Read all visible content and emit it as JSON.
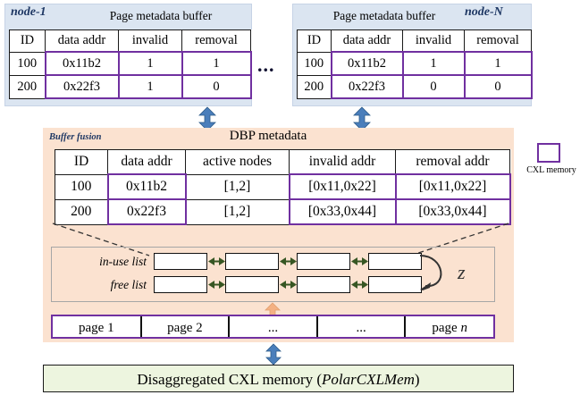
{
  "legend": {
    "square_color": "#7030a0",
    "label": "CXL memory",
    "icon": "purple-square-icon"
  },
  "nodes": [
    {
      "name": "node-1",
      "title": "Page metadata buffer",
      "columns": [
        "ID",
        "data addr",
        "invalid",
        "removal"
      ],
      "rows": [
        [
          "100",
          "0x11b2",
          "1",
          "1"
        ],
        [
          "200",
          "0x22f3",
          "1",
          "0"
        ]
      ]
    },
    {
      "name": "node-N",
      "title": "Page metadata buffer",
      "columns": [
        "ID",
        "data addr",
        "invalid",
        "removal"
      ],
      "rows": [
        [
          "100",
          "0x11b2",
          "1",
          "1"
        ],
        [
          "200",
          "0x22f3",
          "0",
          "0"
        ]
      ]
    }
  ],
  "node_separator": "...",
  "fusion": {
    "label": "Buffer fusion",
    "title": "DBP metadata",
    "background": "#fbe2d0",
    "table": {
      "columns": [
        "ID",
        "data addr",
        "active nodes",
        "invalid addr",
        "removal addr"
      ],
      "rows": [
        [
          "100",
          "0x11b2",
          "[1,2]",
          "[0x11,0x22]",
          "[0x11,0x22]"
        ],
        [
          "200",
          "0x22f3",
          "[1,2]",
          "[0x33,0x44]",
          "[0x33,0x44]"
        ]
      ]
    },
    "lists": [
      {
        "label": "in-use list",
        "node_count": 4
      },
      {
        "label": "free list",
        "node_count": 4
      }
    ],
    "recycle_glyph": "z",
    "pages": [
      "page 1",
      "page 2",
      "...",
      "...",
      "page n"
    ],
    "pages_last_italic_suffix": "n"
  },
  "bottom": {
    "text_prefix": "Disaggregated CXL memory (",
    "text_italic": "PolarCXLMem",
    "text_suffix": ")",
    "background": "#edf5df"
  },
  "colors": {
    "cxl_purple": "#7030a0",
    "node_panel_blue": "#dbe5f1",
    "fusion_peach": "#fbe2d0",
    "bottom_green": "#edf5df",
    "blue_arrow": "#4a7ebb",
    "orange_arrow": "#f4b183",
    "green_arrow": "#375623",
    "label_navy": "#1f3864"
  }
}
